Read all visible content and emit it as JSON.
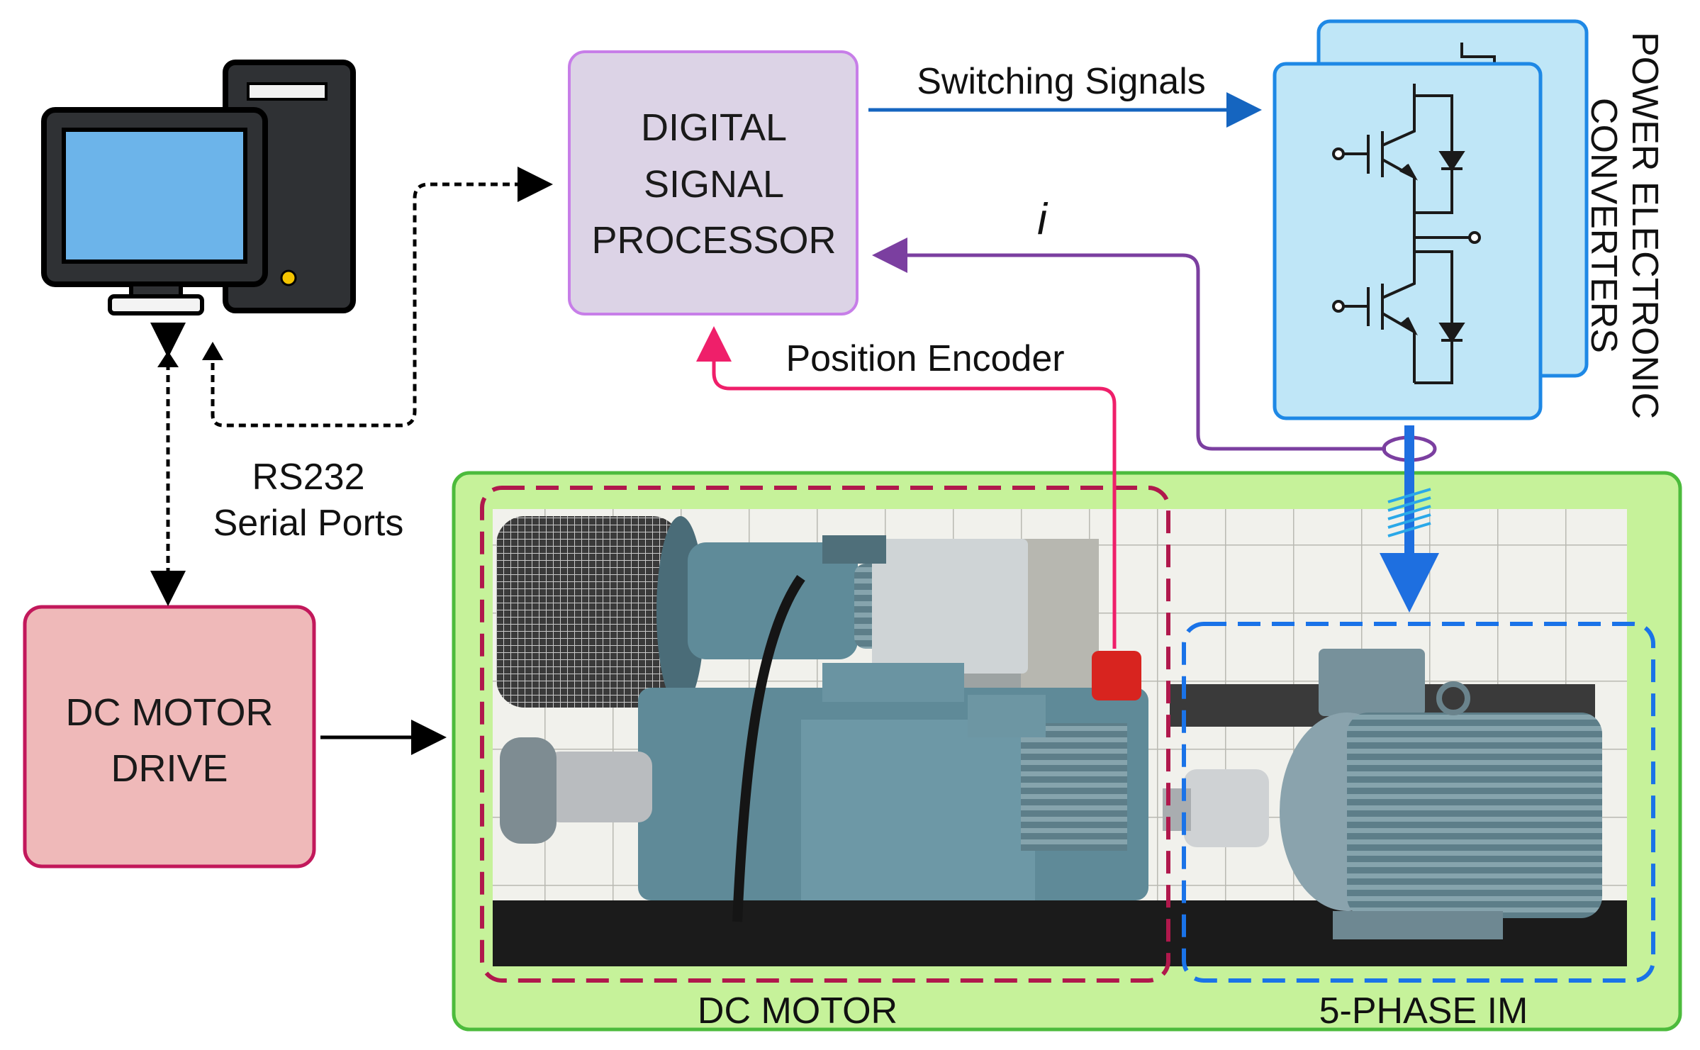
{
  "labels": {
    "dsp_line1": "DIGITAL",
    "dsp_line2": "SIGNAL",
    "dsp_line3": "PROCESSOR",
    "dc_drive_line1": "DC MOTOR",
    "dc_drive_line2": "DRIVE",
    "switching_signals": "Switching Signals",
    "current_symbol": "i",
    "position_encoder": "Position Encoder",
    "rs232_line1": "RS232",
    "rs232_line2": "Serial Ports",
    "power_line1": "POWER ELECTRONIC",
    "power_line2": "CONVERTERS",
    "dc_motor": "DC MOTOR",
    "im_5phase": "5-PHASE IM"
  },
  "colors": {
    "dsp_fill": "#dcd3e6",
    "dsp_border": "#c77ee8",
    "drive_fill": "#efb9b9",
    "drive_border": "#c2185b",
    "converter_fill": "#bfe6f7",
    "converter_border": "#1e88e5",
    "testbench_fill": "#c6f29a",
    "testbench_border": "#4cbb3c",
    "switching_arrow": "#1565c0",
    "current_arrow": "#7b3fa0",
    "encoder_arrow": "#ef1f6a",
    "dc_motor_dash": "#b0184c",
    "im_dash": "#1a73e8"
  },
  "icons": {
    "computer": "desktop-computer-icon",
    "igbt": "igbt-half-bridge-icon",
    "photo": "motor-test-bench-photo"
  }
}
